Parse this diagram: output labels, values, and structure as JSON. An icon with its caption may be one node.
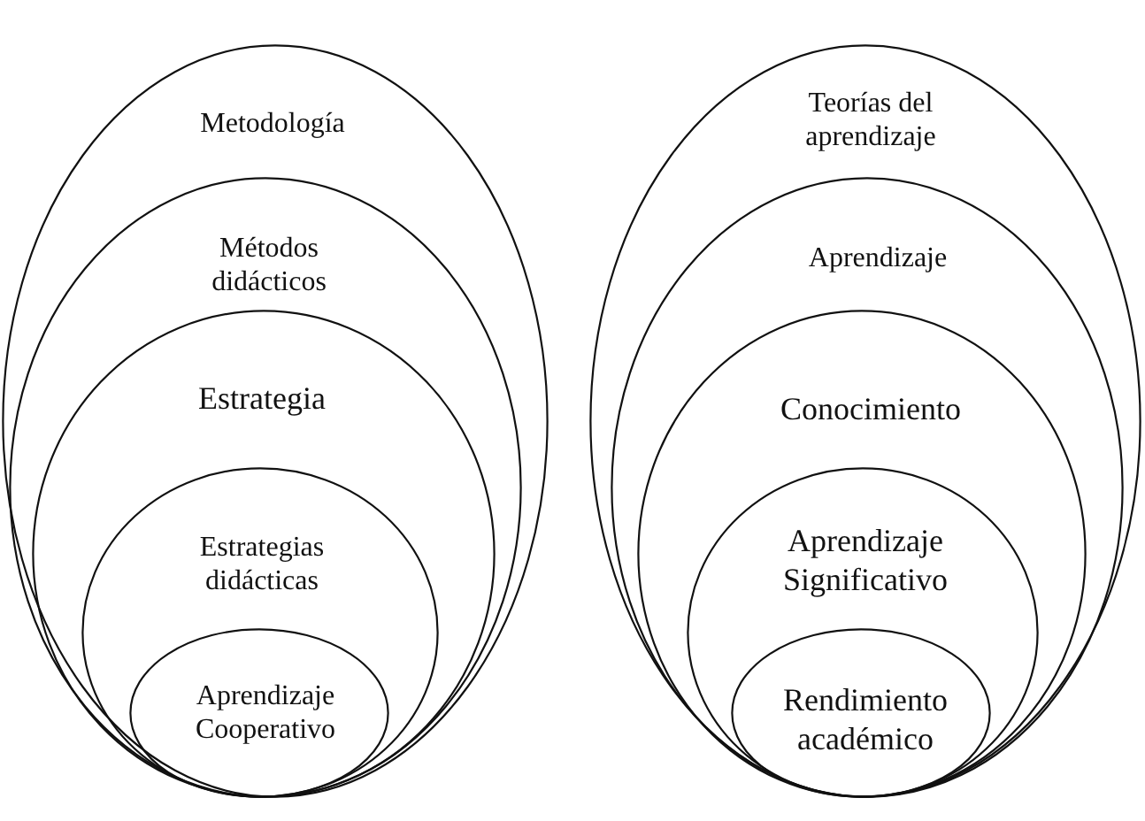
{
  "diagram": {
    "nodes": [
      {
        "text": [
          "Metodología"
        ]
      },
      {
        "text": [
          "Métodos didácticos"
        ],
        "in": 0
      },
      {
        "text": [
          "Estrategia"
        ],
        "in": 1
      },
      {
        "text": [
          "Estrategias didácticas"
        ],
        "in": 2
      },
      {
        "text": [
          "Aprendizaje Cooperativo"
        ],
        "in": 3
      },
      {
        "text": [
          "Teorías del aprendizaje"
        ]
      },
      {
        "text": [
          "Aprendizaje"
        ],
        "in": 5
      },
      {
        "text": [
          "Conocimiento"
        ],
        "in": 6
      },
      {
        "text": [
          "Aprendizaje Significativo"
        ],
        "in": 7
      },
      {
        "text": [
          "Rendimiento académico"
        ],
        "in": 8
      }
    ]
  }
}
